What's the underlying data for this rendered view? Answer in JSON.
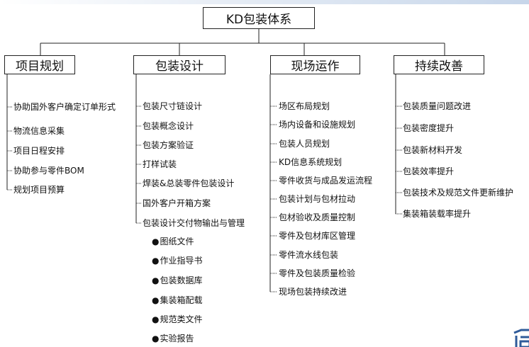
{
  "root": {
    "label": "KD包装体系"
  },
  "columns": [
    {
      "title": "项目规划",
      "items": [
        "协助国外客户确定订单形式",
        "物流信息采集",
        "项目日程安排",
        "协助参与零件BOM",
        "规划项目预算"
      ]
    },
    {
      "title": "包装设计",
      "items": [
        "包装尺寸链设计",
        "包装概念设计",
        "包装方案验证",
        "打样试装",
        "焊装&总装零件包装设计",
        "国外客户开箱方案",
        "包装设计交付物输出与管理"
      ],
      "subitems": [
        "图纸文件",
        "作业指导书",
        "包装数据库",
        "集装箱配载",
        "规范类文件",
        "实验报告"
      ],
      "bullet": "●"
    },
    {
      "title": "现场运作",
      "items": [
        "场区布局规划",
        "场内设备和设施规划",
        "包装人员规划",
        "KD信息系统规划",
        "零件收货与成品发运流程",
        "包装计划与包材拉动",
        "包材验收及质量控制",
        "零件及包材库区管理",
        "零件流水线包装",
        "零件及包装质量检验",
        "现场包装持续改进"
      ]
    },
    {
      "title": "持续改善",
      "items": [
        "包装质量问题改进",
        "包装密度提升",
        "包装新材料开发",
        "包装效率提升",
        "包装技术及规范文件更新维护",
        "集装箱装载率提升"
      ]
    }
  ],
  "colors": {
    "line": "#222222",
    "text": "#111111",
    "logo": "#2f5b9a"
  }
}
